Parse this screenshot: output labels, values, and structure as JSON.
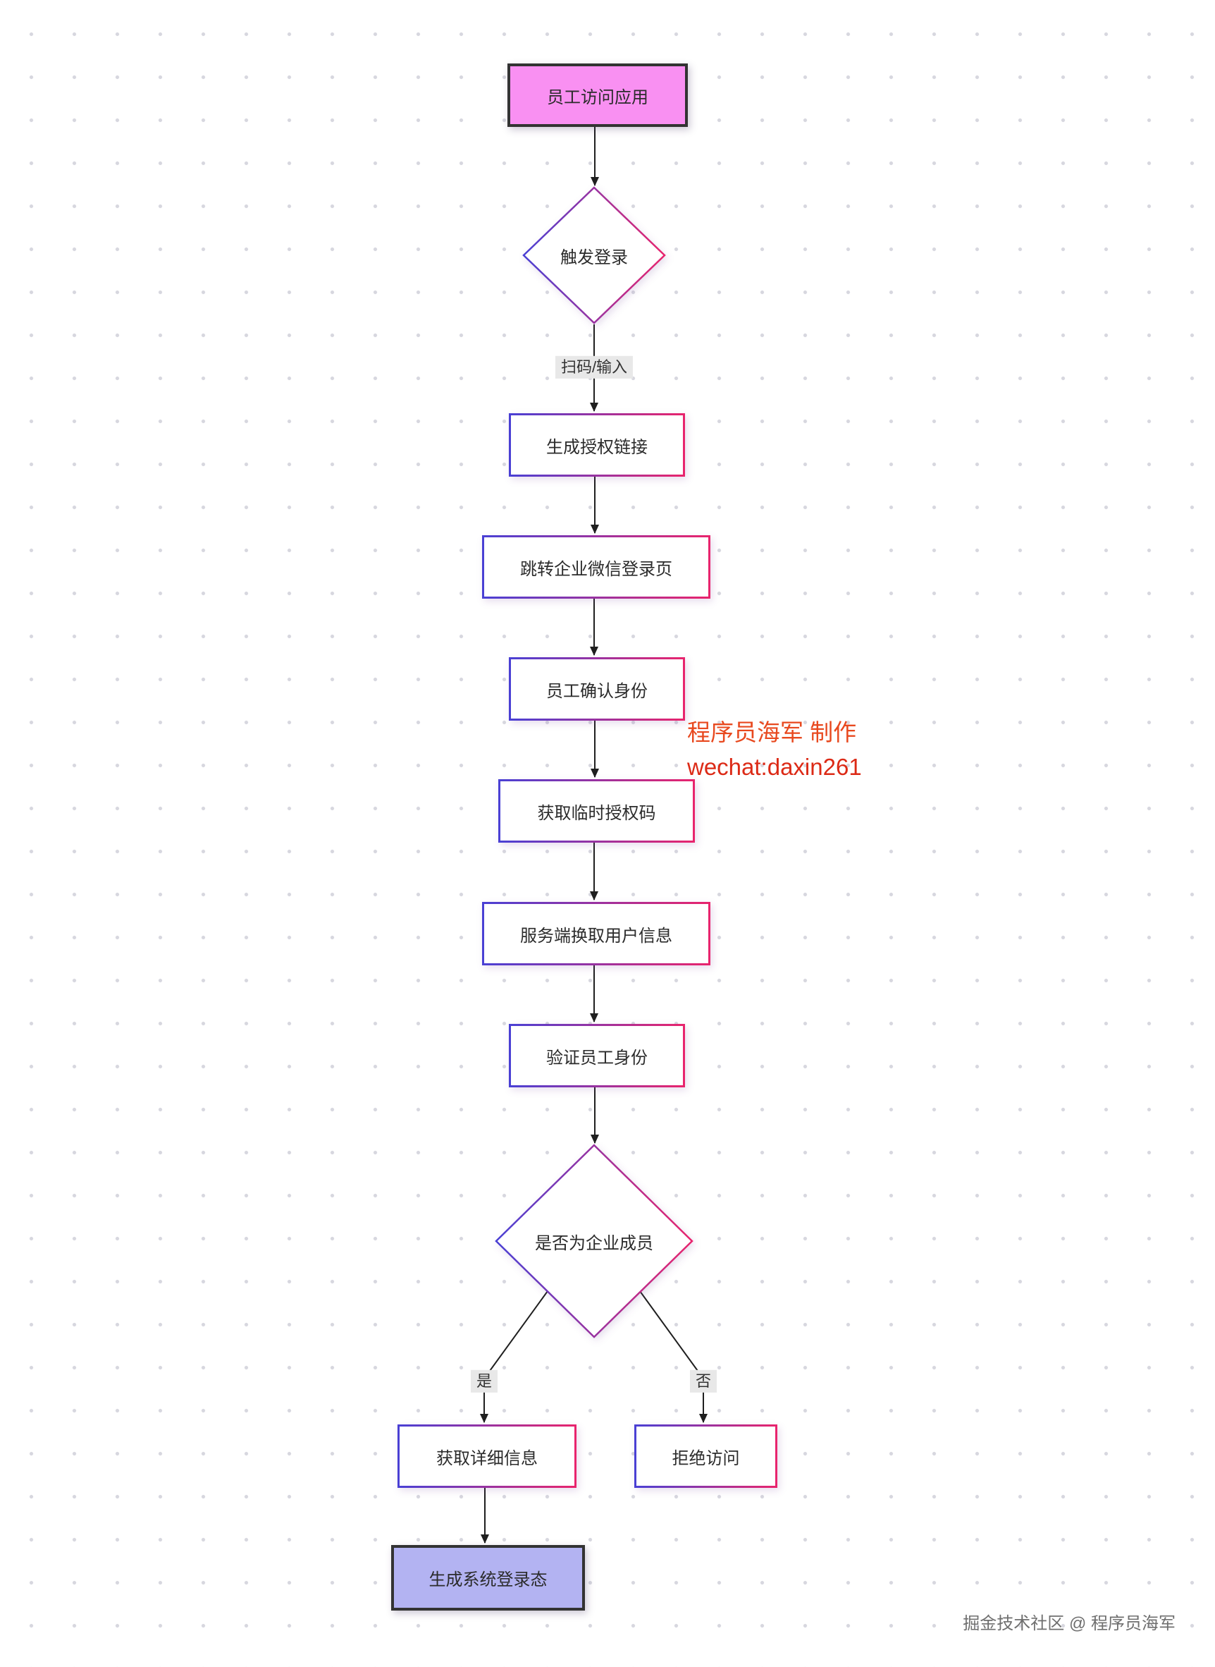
{
  "diagram": {
    "nodes": [
      {
        "id": "start",
        "type": "start",
        "label": "员工访问应用"
      },
      {
        "id": "trigger",
        "type": "decision",
        "label": "触发登录"
      },
      {
        "id": "genlink",
        "type": "process",
        "label": "生成授权链接"
      },
      {
        "id": "redirect",
        "type": "process",
        "label": "跳转企业微信登录页"
      },
      {
        "id": "confirm",
        "type": "process",
        "label": "员工确认身份"
      },
      {
        "id": "getcode",
        "type": "process",
        "label": "获取临时授权码"
      },
      {
        "id": "exchange",
        "type": "process",
        "label": "服务端换取用户信息"
      },
      {
        "id": "verify",
        "type": "process",
        "label": "验证员工身份"
      },
      {
        "id": "ismember",
        "type": "decision",
        "label": "是否为企业成员"
      },
      {
        "id": "detail",
        "type": "process",
        "label": "获取详细信息"
      },
      {
        "id": "deny",
        "type": "process",
        "label": "拒绝访问"
      },
      {
        "id": "session",
        "type": "end",
        "label": "生成系统登录态"
      }
    ],
    "edge_labels": {
      "scan": "扫码/输入",
      "yes": "是",
      "no": "否"
    }
  },
  "watermark": {
    "line1": "程序员海军 制作",
    "line2": "wechat:daxin261",
    "footer": "掘金技术社区 @ 程序员海军"
  },
  "colors": {
    "node-border-left": "#4a40d4",
    "node-border-right": "#e8246d",
    "start-fill": "#f990f2",
    "start-stroke": "#333333",
    "end-fill": "#b3b3f2",
    "end-stroke": "#333333",
    "edge": "#1f1f1f",
    "edge-label-bg": "#e8e8e8",
    "watermark-red-1": "#e8491f",
    "watermark-red-2": "#dc2a16",
    "footer-gray": "#6f6f6f",
    "dot": "#d7d7df"
  }
}
